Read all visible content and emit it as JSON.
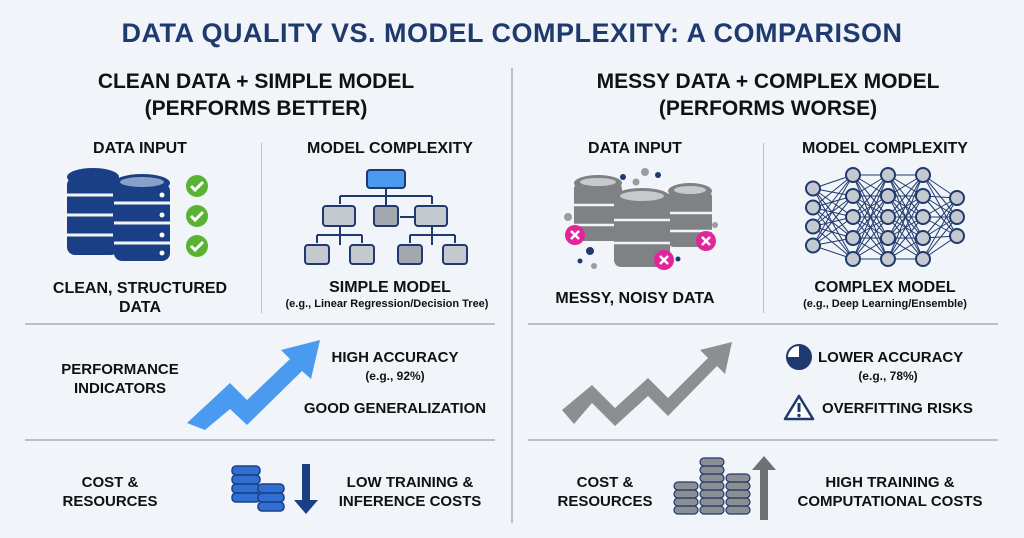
{
  "title": "DATA QUALITY VS. MODEL COMPLEXITY: A COMPARISON",
  "left": {
    "heading_line1": "CLEAN DATA + SIMPLE MODEL",
    "heading_line2": "(PERFORMS BETTER)",
    "data_input": "DATA INPUT",
    "model_complexity": "MODEL COMPLEXITY",
    "data_label_line1": "CLEAN, STRUCTURED",
    "data_label_line2": "DATA",
    "model_label": "SIMPLE MODEL",
    "model_example": "(e.g., Linear Regression/Decision Tree)",
    "performance_line1": "PERFORMANCE",
    "performance_line2": "INDICATORS",
    "accuracy": "HIGH ACCURACY",
    "accuracy_value": "(e.g., 92%)",
    "generalization": "GOOD GENERALIZATION",
    "cost_line1": "COST &",
    "cost_line2": "RESOURCES",
    "cost_value_line1": "LOW TRAINING &",
    "cost_value_line2": "INFERENCE COSTS"
  },
  "right": {
    "heading_line1": "MESSY DATA + COMPLEX MODEL",
    "heading_line2": "(PERFORMS WORSE)",
    "data_input": "DATA INPUT",
    "model_complexity": "MODEL COMPLEXITY",
    "data_label": "MESSY, NOISY DATA",
    "model_label": "COMPLEX MODEL",
    "model_example": "(e.g., Deep Learning/Ensemble)",
    "accuracy": "LOWER ACCURACY",
    "accuracy_value": "(e.g., 78%)",
    "risk": "OVERFITTING RISKS",
    "cost_line1": "COST &",
    "cost_line2": "RESOURCES",
    "cost_value_line1": "HIGH TRAINING &",
    "cost_value_line2": "COMPUTATIONAL COSTS"
  },
  "colors": {
    "navy": "#1f3a6e",
    "db_blue": "#1b3f87",
    "accent_blue": "#4a9bf0",
    "green": "#5ab232",
    "magenta": "#e0269a",
    "gray": "#7f8185"
  }
}
